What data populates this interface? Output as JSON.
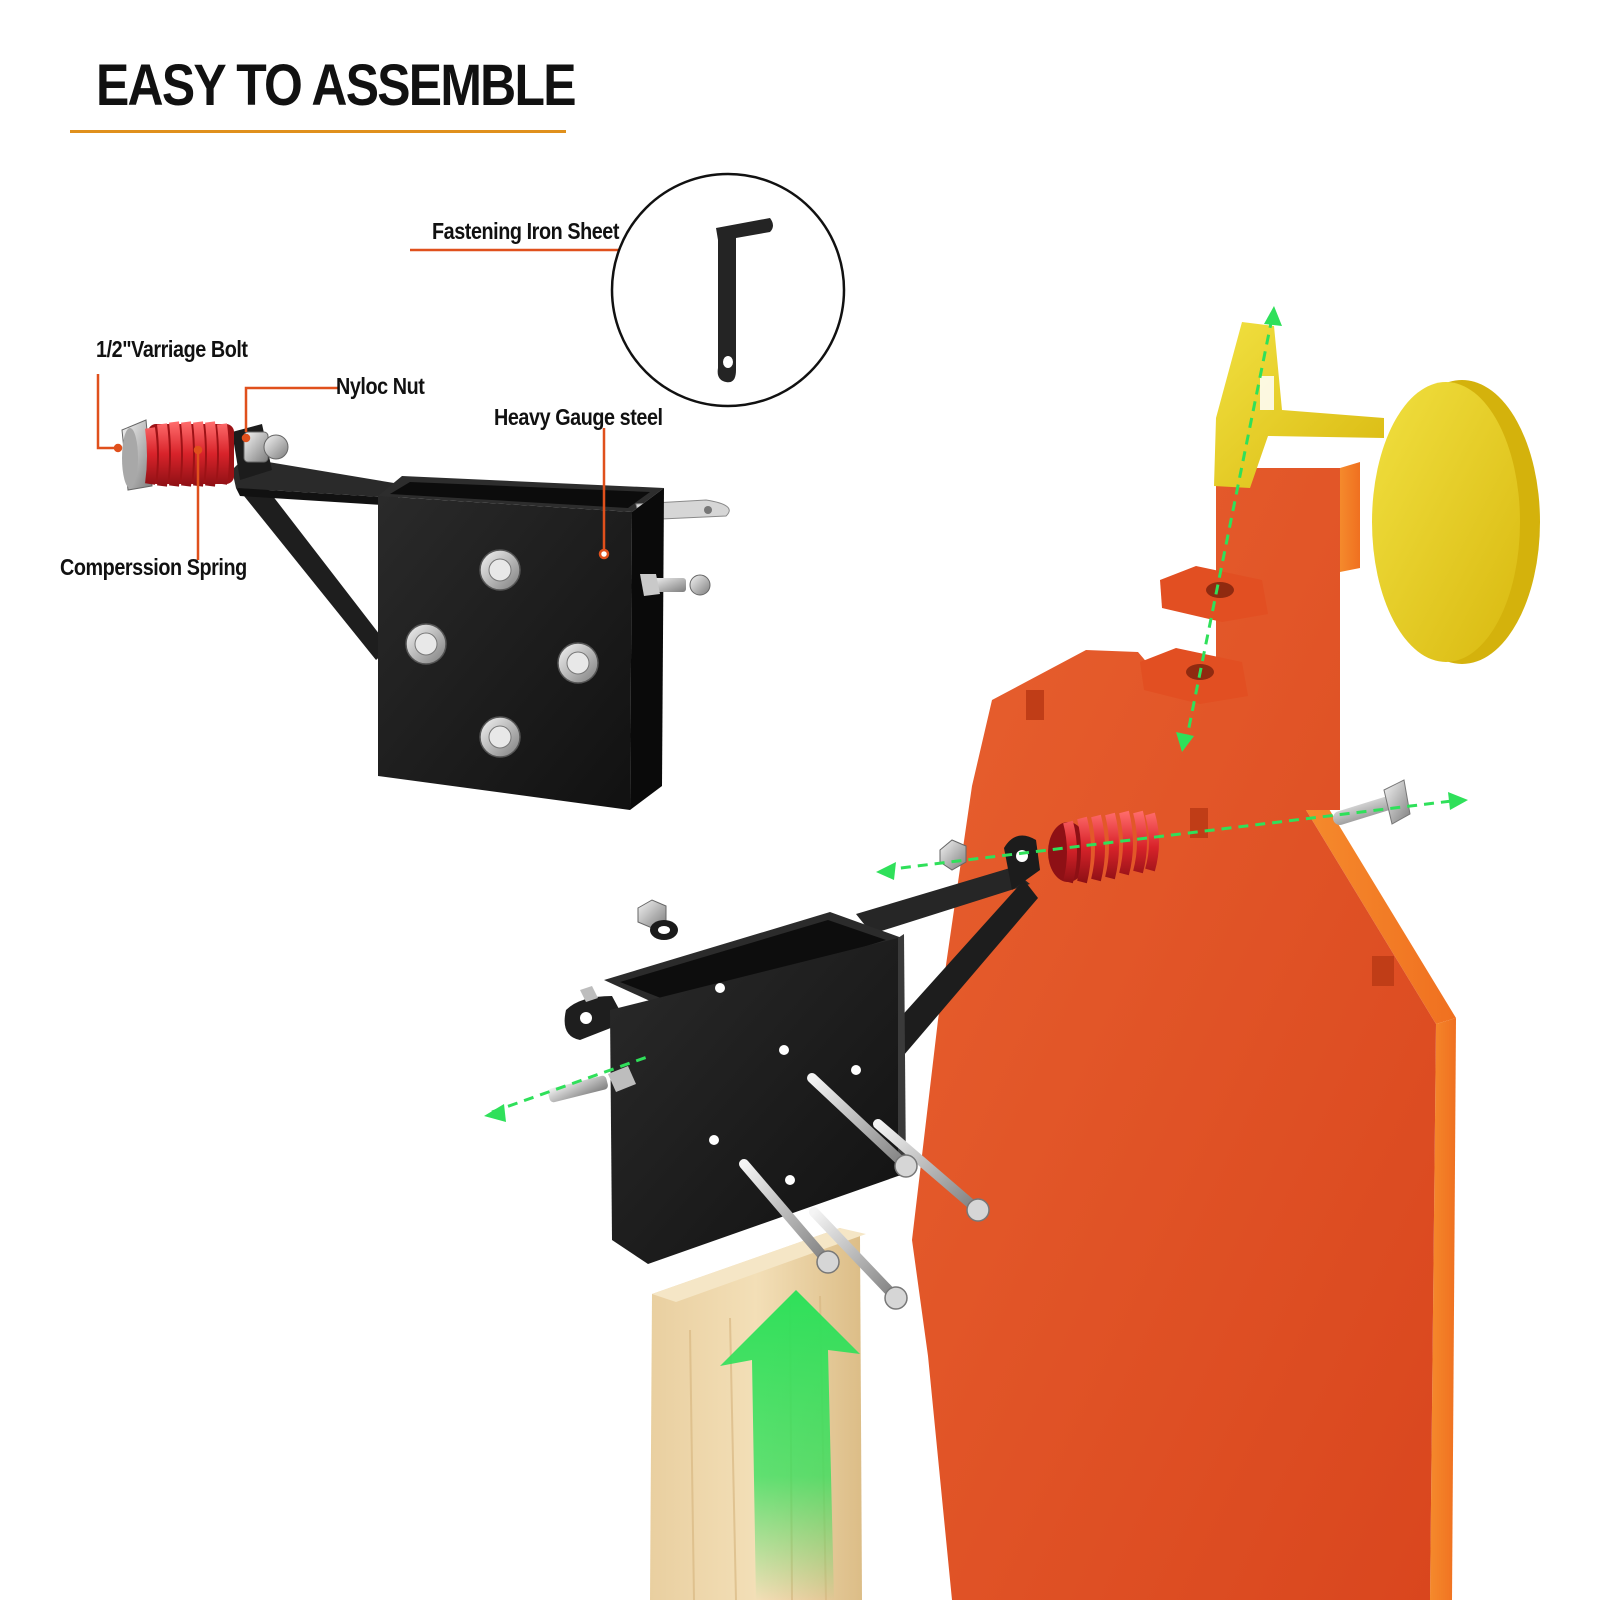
{
  "title": "EASY TO ASSEMBLE",
  "callouts": {
    "fastening_iron_sheet": "Fastening Iron Sheet",
    "carriage_bolt": "1/2\"Varriage Bolt",
    "nyloc_nut": "Nyloc Nut",
    "heavy_gauge_steel": "Heavy Gauge steel",
    "compression_spring": "Comperssion Spring"
  },
  "colors": {
    "accent_rule": "#e0901c",
    "leader_line": "#e0501c",
    "target_orange": "#e5562a",
    "popper_yellow": "#e8cc1e",
    "spring_red": "#d8232a",
    "arrow_green": "#2fe05a",
    "bracket_black": "#1c1c1c"
  },
  "icons": [
    "bracket-diagram",
    "fastening-sheet-inset",
    "steel-target",
    "wood-post",
    "assembly-arrow"
  ]
}
